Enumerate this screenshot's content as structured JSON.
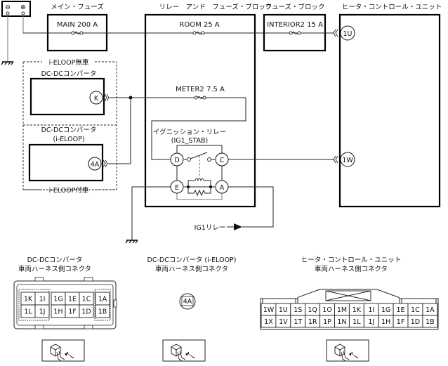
{
  "components": {
    "battery": {
      "minus": "⊖",
      "plus": "⊕"
    },
    "main_fuse": {
      "title": "メイン・フューズ",
      "label": "MAIN 200 A"
    },
    "relay_fuse_block": {
      "title": "リレー　アンド　フューズ・ブロック",
      "room_fuse": "ROOM 25 A",
      "meter_fuse": "METER2 7.5 A"
    },
    "fuse_block": {
      "title": "フューズ・ブロック",
      "label": "INTERIOR2 15 A"
    },
    "heater_unit": {
      "title": "ヒータ・コントロール・ユニット",
      "pin_top": "1U",
      "pin_mid": "1W"
    },
    "dcdc_no_eloop": {
      "group_label": "i-ELOOP無車",
      "title": "DC-DCコンバータ",
      "pin": "K"
    },
    "dcdc_eloop": {
      "group_label": "i-ELOOP付車",
      "title_line1": "DC-DCコンバータ",
      "title_line2": "(i-ELOOP)",
      "pin": "4A"
    },
    "ignition_relay": {
      "title_line1": "イグニッション・リレー",
      "title_line2": "(IG1_STAB)",
      "pins": [
        "D",
        "C",
        "E",
        "A"
      ]
    },
    "ig1_relay_ref": "IG1リレー"
  },
  "connectors": [
    {
      "title_line1": "DC-DCコンバータ",
      "title_line2": "車両ハーネス側コネクタ",
      "rows": [
        [
          "1K",
          "1I",
          "1G",
          "1E",
          "1C",
          "1A"
        ],
        [
          "1L",
          "1J",
          "1H",
          "1F",
          "1D",
          "1B"
        ]
      ]
    },
    {
      "title_line1": "DC-DCコンバータ (i-ELOOP)",
      "title_line2": "車両ハーネス側コネクタ",
      "pin": "4A"
    },
    {
      "title_line1": "ヒータ・コントロール・ユニット",
      "title_line2": "車両ハーネス側コネクタ",
      "rows": [
        [
          "1W",
          "1U",
          "1S",
          "1Q",
          "1O",
          "1M",
          "1K",
          "1I",
          "1G",
          "1E",
          "1C",
          "1A"
        ],
        [
          "1X",
          "1V",
          "1T",
          "1R",
          "1P",
          "1N",
          "1L",
          "1J",
          "1H",
          "1F",
          "1D",
          "1B"
        ]
      ]
    }
  ],
  "view_icons": [
    "harness-side-view-icon",
    "harness-side-view-icon",
    "harness-side-view-icon"
  ]
}
